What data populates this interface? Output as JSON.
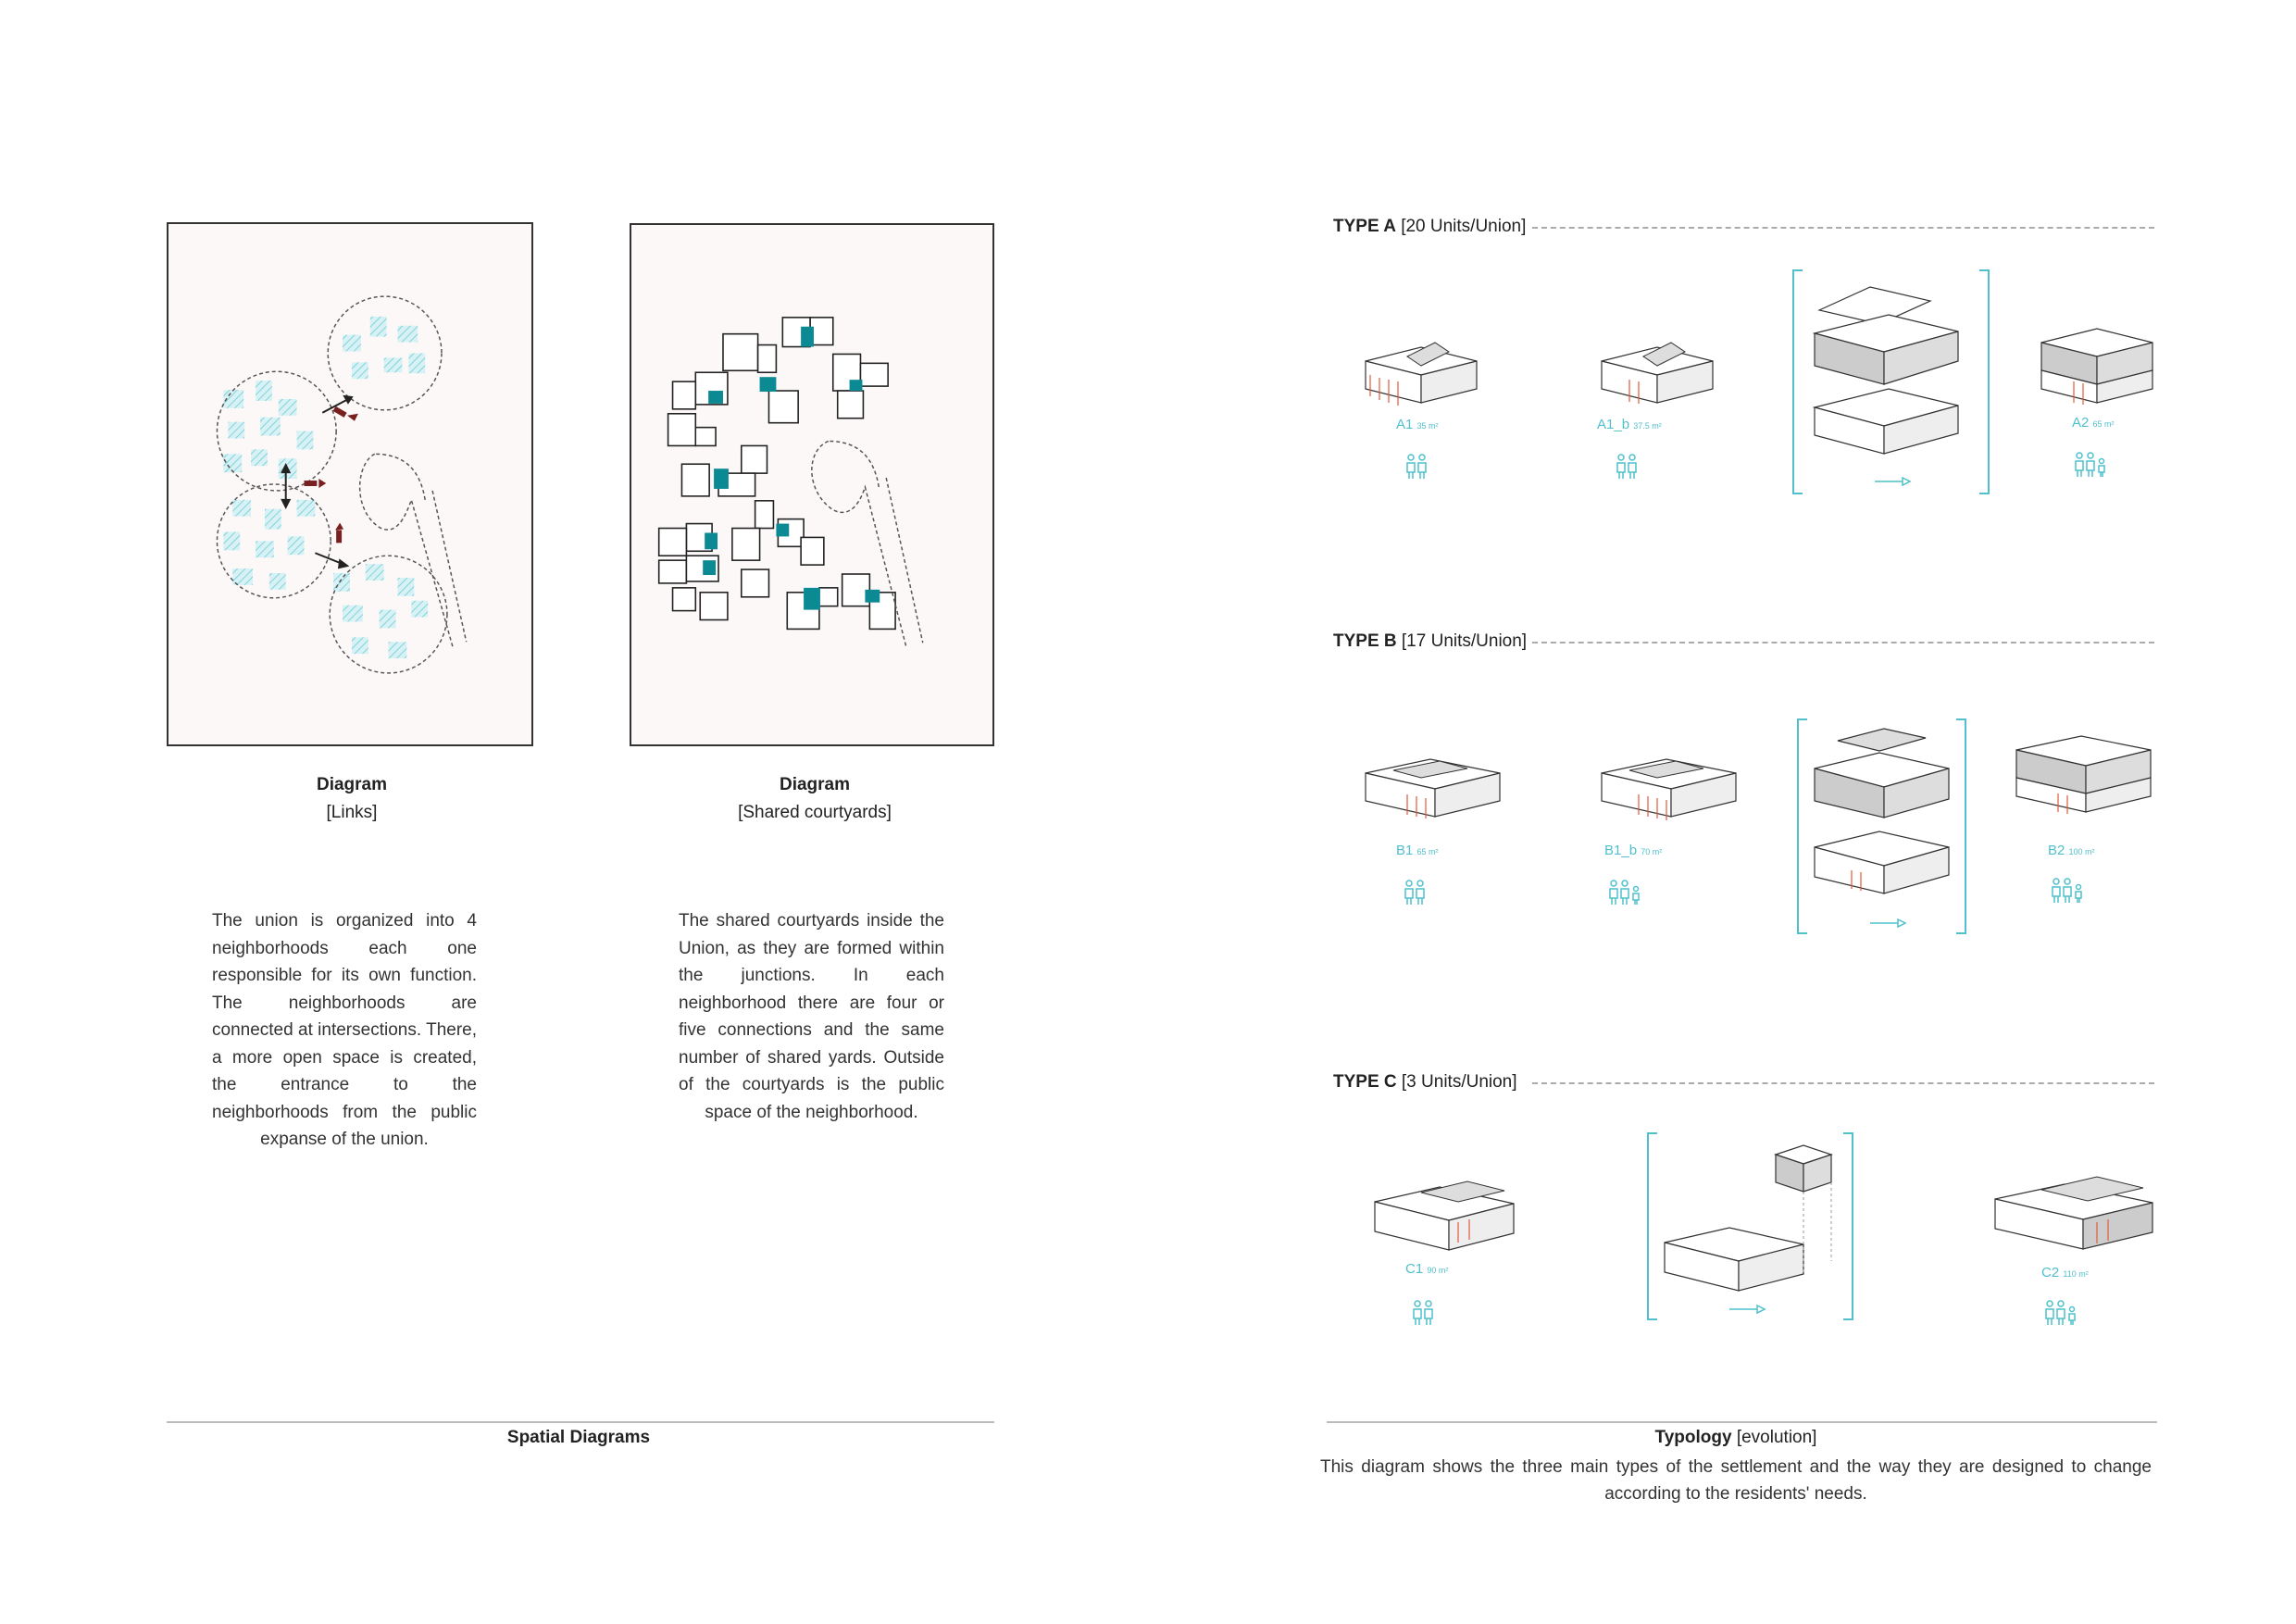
{
  "left": {
    "diagrams": [
      {
        "title": "Diagram",
        "subtitle": "[Links]",
        "text": "The union is organized into 4 neighborhoods each one responsible for its own function. The neighborhoods are connected at intersections. There, a more open space is created, the entrance to the neighborhoods from the public expanse of the union."
      },
      {
        "title": "Diagram",
        "subtitle": "[Shared courtyards]",
        "text": "The shared courtyards inside the Union, as they are formed within the junctions. In each neighborhood there are four or five connections and the same number of shared yards. Outside of the courtyards is the public space of the neighborhood."
      }
    ],
    "footer_title": "Spatial Diagrams"
  },
  "right": {
    "types": [
      {
        "name": "TYPE A",
        "units": "[20 Units/Union]",
        "items": [
          {
            "label": "A1",
            "area": "35 m²"
          },
          {
            "label": "A1_b",
            "area": "37.5 m²"
          },
          {
            "label": "A2",
            "area": "65 m²"
          }
        ]
      },
      {
        "name": "TYPE B",
        "units": "[17 Units/Union]",
        "items": [
          {
            "label": "B1",
            "area": "65 m²"
          },
          {
            "label": "B1_b",
            "area": "70 m²"
          },
          {
            "label": "B2",
            "area": "100 m²"
          }
        ]
      },
      {
        "name": "TYPE C",
        "units": "[3 Units/Union]",
        "items": [
          {
            "label": "C1",
            "area": "90 m²"
          },
          {
            "label": "C2",
            "area": "110 m²"
          }
        ]
      }
    ],
    "footer_title_bold": "Typology",
    "footer_title_rest": " [evolution]",
    "description": "This diagram shows the three main types of the settlement and the way they are designed to change according to the residents' needs."
  },
  "colors": {
    "accent": "#4fc0cc",
    "courtyard": "#0c8a94",
    "frame_bg": "#fcf8f8",
    "arrow": "#7a1f1f"
  }
}
